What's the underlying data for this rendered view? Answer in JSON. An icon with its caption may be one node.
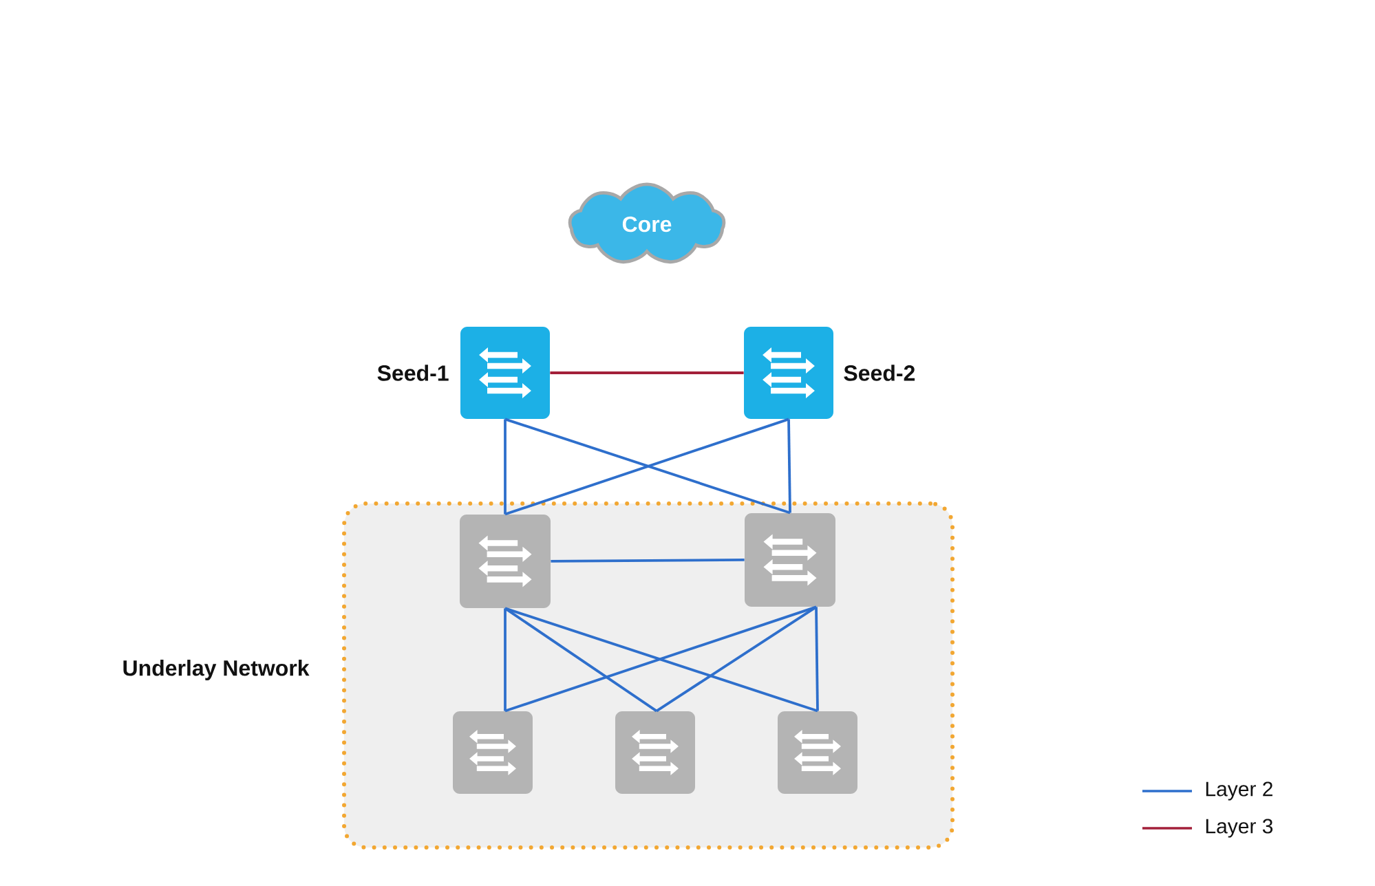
{
  "diagram": {
    "nodes": [
      {
        "text": [
          "Core"
        ]
      },
      {
        "text": [
          "Seed-1"
        ]
      },
      {
        "text": [
          "Seed-2"
        ]
      },
      {
        "text": [
          "Underlay Network"
        ]
      },
      {
        "text": [],
        "shape": "box",
        "in": 3
      },
      {
        "text": [],
        "shape": "box",
        "in": 3
      },
      {
        "text": [],
        "shape": "box",
        "in": 3
      },
      {
        "text": [],
        "shape": "box",
        "in": 3
      },
      {
        "text": [],
        "shape": "box",
        "in": 3
      }
    ],
    "edges": [
      {
        "from": 1,
        "to": 2,
        "arrow": "none",
        "color": "#a3203a"
      },
      {
        "from": 1,
        "to": 4,
        "arrow": "none"
      },
      {
        "from": 1,
        "to": 5,
        "arrow": "none"
      },
      {
        "from": 2,
        "to": 4,
        "arrow": "none"
      },
      {
        "from": 2,
        "to": 5,
        "arrow": "none"
      },
      {
        "from": 4,
        "to": 5,
        "arrow": "none"
      },
      {
        "from": 4,
        "to": 6,
        "arrow": "none"
      },
      {
        "from": 4,
        "to": 7,
        "arrow": "none"
      },
      {
        "from": 4,
        "to": 8,
        "arrow": "none"
      },
      {
        "from": 5,
        "to": 6,
        "arrow": "none"
      },
      {
        "from": 5,
        "to": 7,
        "arrow": "none"
      },
      {
        "from": 5,
        "to": 8,
        "arrow": "none"
      }
    ],
    "legend": [
      {
        "text": "Layer 2"
      },
      {
        "text": "Layer 3"
      }
    ]
  }
}
